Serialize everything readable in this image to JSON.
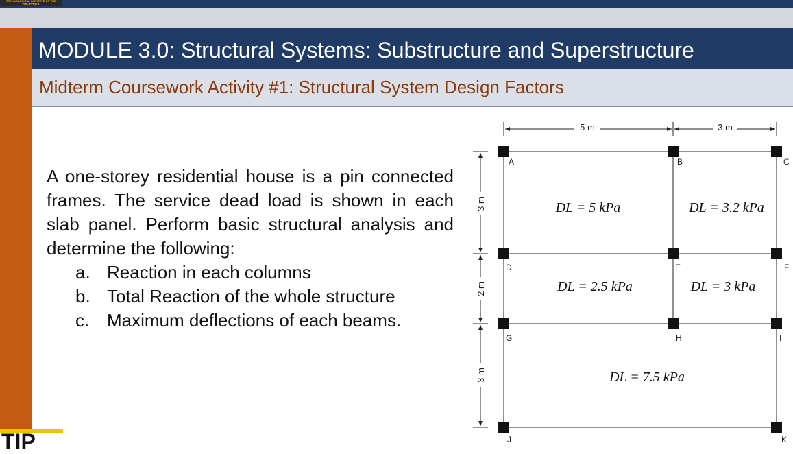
{
  "header": {
    "logo_text": "TECHNOLOGICAL INSTITUTE OF THE PHILIPPINES",
    "title": "MODULE 3.0: Structural Systems: Substructure and Superstructure",
    "subtitle": "Midterm Coursework Activity #1: Structural System Design Factors"
  },
  "content": {
    "paragraph": "A one-storey residential house is a pin connected frames. The service dead load is shown in each slab panel. Perform basic structural analysis and determine the following:",
    "items": [
      {
        "marker": "a.",
        "text": "Reaction in each columns"
      },
      {
        "marker": "b.",
        "text": "Total Reaction of the whole structure"
      },
      {
        "marker": "c.",
        "text": "Maximum deflections of each beams."
      }
    ]
  },
  "diagram": {
    "dimensions_horizontal": [
      "5 m",
      "3 m"
    ],
    "dimensions_vertical": [
      "3 m",
      "2 m",
      "3 m"
    ],
    "nodes": [
      "A",
      "B",
      "C",
      "D",
      "E",
      "F",
      "G",
      "H",
      "I",
      "J",
      "K"
    ],
    "loads": [
      "DL = 5 kPa",
      "DL = 3.2 kPa",
      "DL = 2.5 kPa",
      "DL = 3 kPa",
      "DL = 7.5 kPa"
    ]
  },
  "footer": {
    "logo_text": "TIP"
  },
  "colors": {
    "navy": "#1f3b66",
    "orange": "#c45b11",
    "subtitle_bg": "#dbe0e8",
    "subtitle_text": "#8a3a0c",
    "tip_yellow": "#f2c200"
  }
}
